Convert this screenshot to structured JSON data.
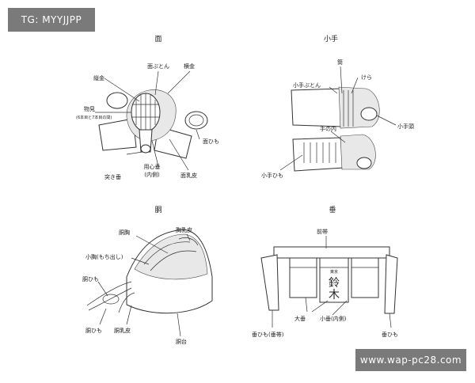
{
  "watermarks": {
    "top": "TG: MYYJJPP",
    "bottom": "www.wap-pc28.com"
  },
  "panels": {
    "men": {
      "title": "面",
      "labels": {
        "futon": "面ぶとん",
        "yokogane": "横金",
        "tategane": "縦金",
        "monomi": "物見",
        "monomi_note": "(6本目と7本目の間)",
        "himo": "面ひも",
        "tsuki": "突き垂",
        "yoshindare": "用心垂",
        "yoshindare_note": "(内側)",
        "chikawa": "面乳皮"
      }
    },
    "kote": {
      "title": "小手",
      "labels": {
        "tsutsu": "筒",
        "kera": "けら",
        "futon": "小手ぶとん",
        "tenouchi": "手の内",
        "atama": "小手頭",
        "himo": "小手ひも"
      }
    },
    "do": {
      "title": "胴",
      "labels": {
        "chikawa_top": "胸乳皮",
        "domune": "胴胸",
        "komune": "小胸(もち出し)",
        "dohimo": "胴ひも",
        "dohimo2": "胴ひも",
        "chikawa_bottom": "胴乳皮",
        "dodai": "胴台"
      }
    },
    "tare": {
      "title": "垂",
      "labels": {
        "maeobi": "前帯",
        "name_top": "東京",
        "name": "鈴木",
        "odare": "大垂",
        "kodare": "小垂(内側)",
        "himo_left": "垂ひも(垂帯)",
        "himo_right": "垂ひも"
      }
    }
  }
}
